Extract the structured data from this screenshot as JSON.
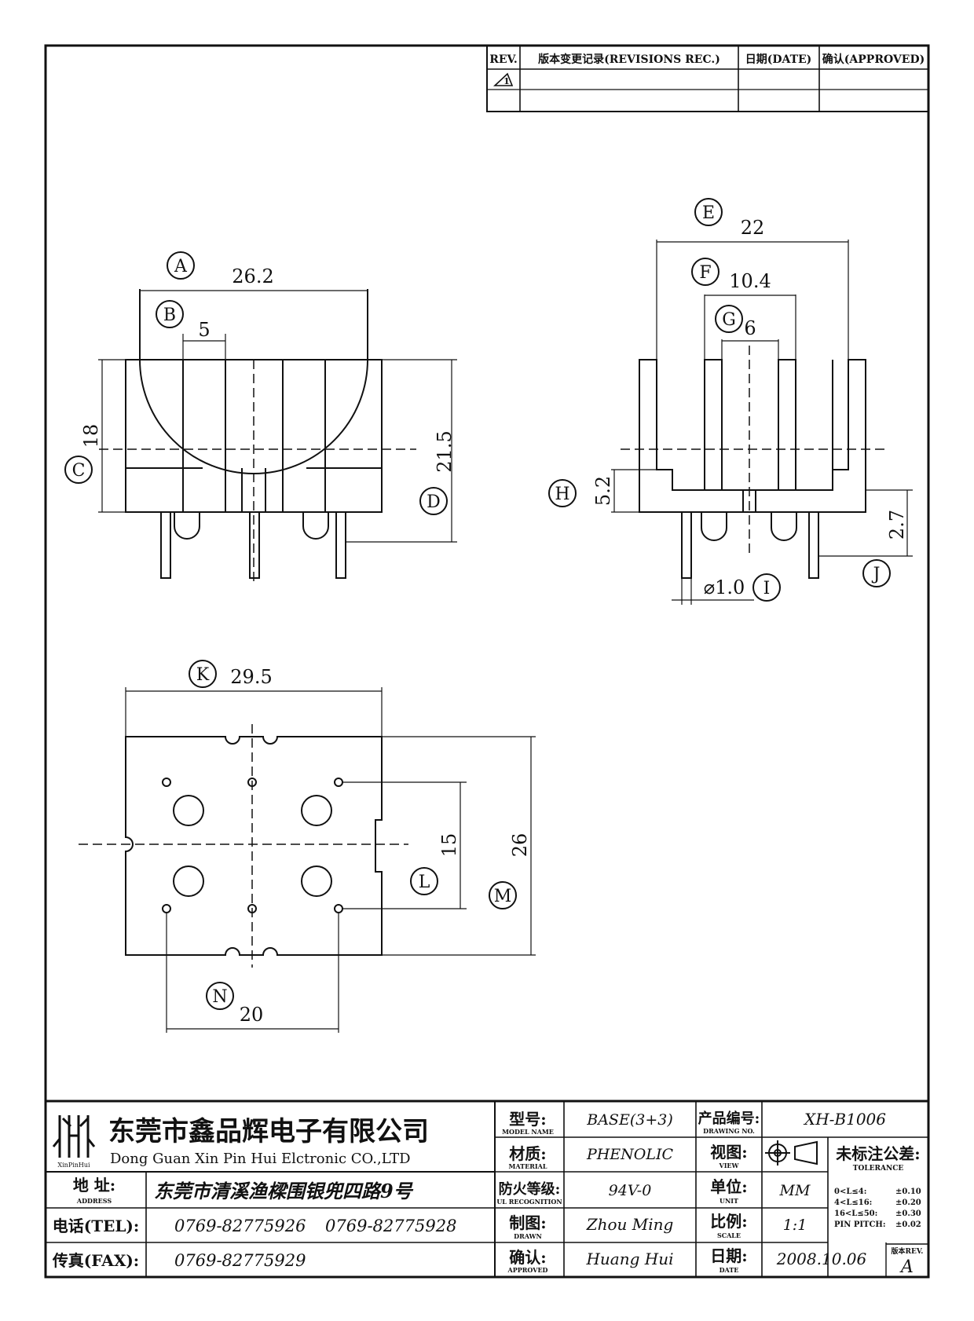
{
  "revision_block": {
    "col_rev": "REV.",
    "col_rec": "版本变更记录(REVISIONS REC.)",
    "col_date": "日期(DATE)",
    "col_approved": "确认(APPROVED)",
    "rev_symbol": "1"
  },
  "dimensions": {
    "A": {
      "label": "A",
      "value": "26.2"
    },
    "B": {
      "label": "B",
      "value": "5"
    },
    "C": {
      "label": "C",
      "value": "18"
    },
    "D": {
      "label": "D",
      "value": "21.5"
    },
    "E": {
      "label": "E",
      "value": "22"
    },
    "F": {
      "label": "F",
      "value": "10.4"
    },
    "G": {
      "label": "G",
      "value": "6"
    },
    "H": {
      "label": "H",
      "value": "5.2"
    },
    "I": {
      "label": "I",
      "value": "⌀1.0"
    },
    "J": {
      "label": "J",
      "value": "2.7"
    },
    "K": {
      "label": "K",
      "value": "29.5"
    },
    "L": {
      "label": "L",
      "value": "15"
    },
    "M": {
      "label": "M",
      "value": "26"
    },
    "N": {
      "label": "N",
      "value": "20"
    }
  },
  "title_block": {
    "logo_text": "XinPinHui",
    "company_cn": "东莞市鑫品辉电子有限公司",
    "company_en": "Dong Guan Xin Pin Hui Elctronic CO.,LTD",
    "address_label": "地  址:",
    "address_label_en": "ADDRESS",
    "address": "东莞市清溪渔樑围银兜四路9号",
    "tel_label": "电话(TEL):",
    "tel1": "0769-82775926",
    "tel2": "0769-82775928",
    "fax_label": "传真(FAX):",
    "fax": "0769-82775929",
    "model_label": "型号:",
    "model_label_en": "MODEL NAME",
    "model": "BASE(3+3)",
    "material_label": "材质:",
    "material_label_en": "MATERIAL",
    "material": "PHENOLIC",
    "ul_label": "防火等级:",
    "ul_label_en": "UL RECOGNITION",
    "ul": "94V-0",
    "drawn_label": "制图:",
    "drawn_label_en": "DRAWN",
    "drawn": "Zhou Ming",
    "approved_label": "确认:",
    "approved_label_en": "APPROVED",
    "approved": "Huang Hui",
    "drawing_no_label": "产品编号:",
    "drawing_no_label_en": "DRAWING NO.",
    "drawing_no": "XH-B1006",
    "view_label": "视图:",
    "view_label_en": "VIEW",
    "unit_label": "单位:",
    "unit_label_en": "UNIT",
    "unit": "MM",
    "scale_label": "比例:",
    "scale_label_en": "SCALE",
    "scale": "1:1",
    "date_label": "日期:",
    "date_label_en": "DATE",
    "date": "2008.10.06",
    "tolerance_label": "未标注公差:",
    "tolerance_label_en": "TOLERANCE",
    "tolerances": [
      {
        "range": "0<L≤4:",
        "value": "±0.10"
      },
      {
        "range": "4<L≤16:",
        "value": "±0.20"
      },
      {
        "range": "16<L≤50:",
        "value": "±0.30"
      },
      {
        "range": "PIN PITCH:",
        "value": "±0.02"
      }
    ],
    "rev_label": "版本REV.",
    "rev": "A"
  }
}
